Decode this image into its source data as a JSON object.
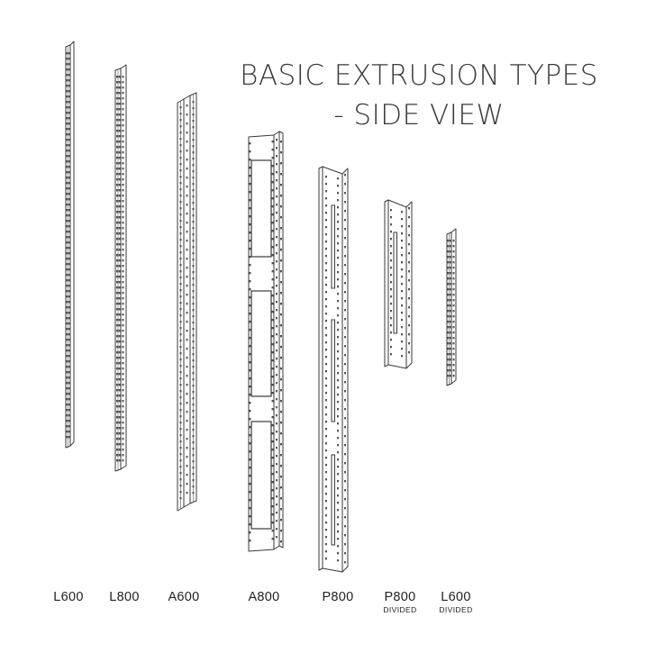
{
  "title": {
    "line1": "BASIC EXTRUSION TYPES",
    "line2": "- SIDE VIEW"
  },
  "extrusions": [
    {
      "label": "L600",
      "sublabel": ""
    },
    {
      "label": "L800",
      "sublabel": ""
    },
    {
      "label": "A600",
      "sublabel": ""
    },
    {
      "label": "A800",
      "sublabel": ""
    },
    {
      "label": "P800",
      "sublabel": ""
    },
    {
      "label": "P800",
      "sublabel": "DIVIDED"
    },
    {
      "label": "L600",
      "sublabel": "DIVIDED"
    }
  ],
  "colors": {
    "line": "#3a3a3a",
    "face": "#ffffff",
    "hole": "#555555"
  }
}
